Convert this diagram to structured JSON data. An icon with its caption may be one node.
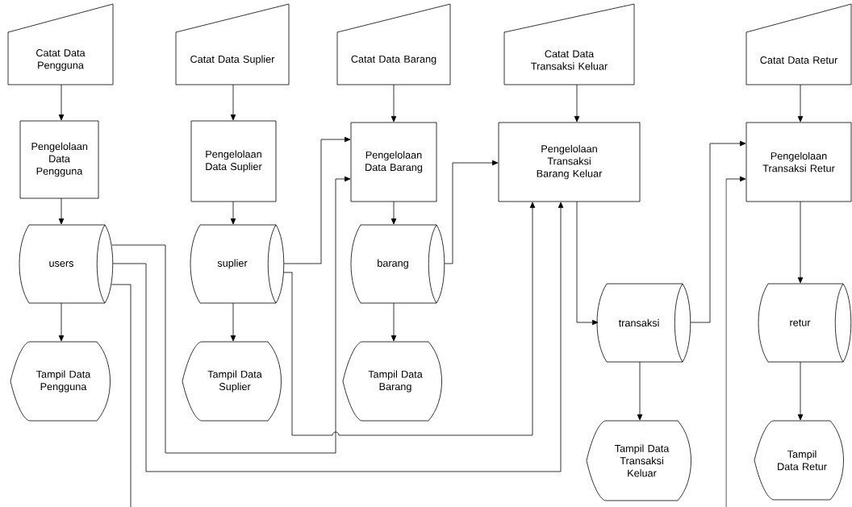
{
  "diagram": {
    "nodes": [
      {
        "text": [
          "Catat Data Pengguna"
        ]
      },
      {
        "text": [
          "Catat Data Suplier"
        ]
      },
      {
        "text": [
          "Catat Data Barang"
        ]
      },
      {
        "text": [
          "Catat Data Transaksi Keluar"
        ]
      },
      {
        "text": [
          "Catat Data Retur"
        ]
      },
      {
        "text": [
          "Pengelolaan Data Pengguna"
        ]
      },
      {
        "text": [
          "Pengelolaan Data Suplier"
        ]
      },
      {
        "text": [
          "Pengelolaan Data Barang"
        ]
      },
      {
        "text": [
          "Pengelolaan Transaksi Barang Keluar"
        ]
      },
      {
        "text": [
          "Pengelolaan Transaksi Retur"
        ]
      },
      {
        "text": [
          "users"
        ]
      },
      {
        "text": [
          "suplier"
        ]
      },
      {
        "text": [
          "barang"
        ]
      },
      {
        "text": [
          "transaksi"
        ]
      },
      {
        "text": [
          "retur"
        ]
      },
      {
        "text": [
          "Tampil Data Pengguna"
        ]
      },
      {
        "text": [
          "Tampil Data Suplier"
        ]
      },
      {
        "text": [
          "Tampil Data Barang"
        ]
      },
      {
        "text": [
          "Tampil Data Transaksi Keluar"
        ]
      },
      {
        "text": [
          "Tampil Data Retur"
        ]
      }
    ],
    "edges": [
      {
        "from": 0,
        "to": 5,
        "arrow": "to"
      },
      {
        "from": 1,
        "to": 6,
        "arrow": "to"
      },
      {
        "from": 2,
        "to": 7,
        "arrow": "to"
      },
      {
        "from": 3,
        "to": 8,
        "arrow": "to"
      },
      {
        "from": 4,
        "to": 9,
        "arrow": "to"
      },
      {
        "from": 5,
        "to": 10,
        "arrow": "to"
      },
      {
        "from": 6,
        "to": 11,
        "arrow": "to"
      },
      {
        "from": 7,
        "to": 12,
        "arrow": "to"
      },
      {
        "from": 8,
        "to": 13,
        "arrow": "to"
      },
      {
        "from": 9,
        "to": 14,
        "arrow": "to"
      },
      {
        "from": 10,
        "to": 15,
        "arrow": "to"
      },
      {
        "from": 11,
        "to": 16,
        "arrow": "to"
      },
      {
        "from": 12,
        "to": 17,
        "arrow": "to"
      },
      {
        "from": 13,
        "to": 18,
        "arrow": "to"
      },
      {
        "from": 14,
        "to": 19,
        "arrow": "to"
      },
      {
        "from": 10,
        "to": 7,
        "arrow": "to"
      },
      {
        "from": 10,
        "to": 8,
        "arrow": "to"
      },
      {
        "from": 10,
        "to": null,
        "arrow": "none"
      },
      {
        "from": 11,
        "to": 7,
        "arrow": "to"
      },
      {
        "from": 11,
        "to": 8,
        "arrow": "to"
      },
      {
        "from": 12,
        "to": 8,
        "arrow": "to"
      },
      {
        "from": 13,
        "to": 9,
        "arrow": "to"
      },
      {
        "from": null,
        "to": 9,
        "arrow": "to"
      }
    ]
  }
}
